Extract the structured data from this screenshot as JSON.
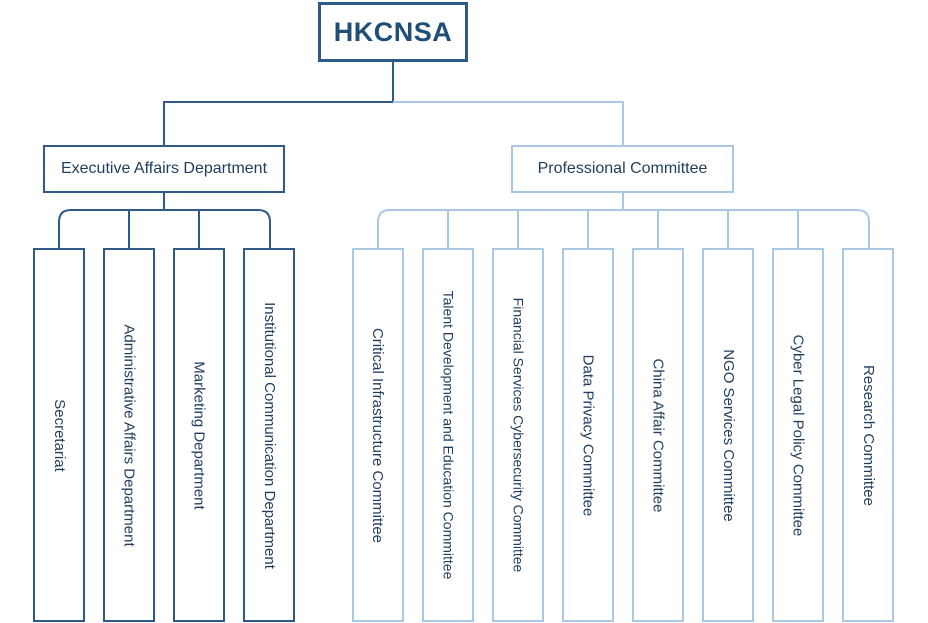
{
  "root": {
    "label": "HKCNSA"
  },
  "branches": [
    {
      "label": "Executive Affairs Department",
      "children": [
        "Secretariat",
        "Administrative Affairs Department",
        "Marketing Department",
        "Institutional Communication Department"
      ]
    },
    {
      "label": "Professional Committee",
      "children": [
        "Critical Infrastructure Committee",
        "Talent Development and Education Committee",
        "Financial Services Cybersecurity Committee",
        "Data Privacy Committee",
        "China Affair Committee",
        "NGO Services Committee",
        "Cyber Legal Policy Committee",
        "Research Committee"
      ]
    }
  ],
  "colors": {
    "dark": "#2f5a87",
    "light": "#a9c8e3",
    "text": "#1f3d5e"
  }
}
